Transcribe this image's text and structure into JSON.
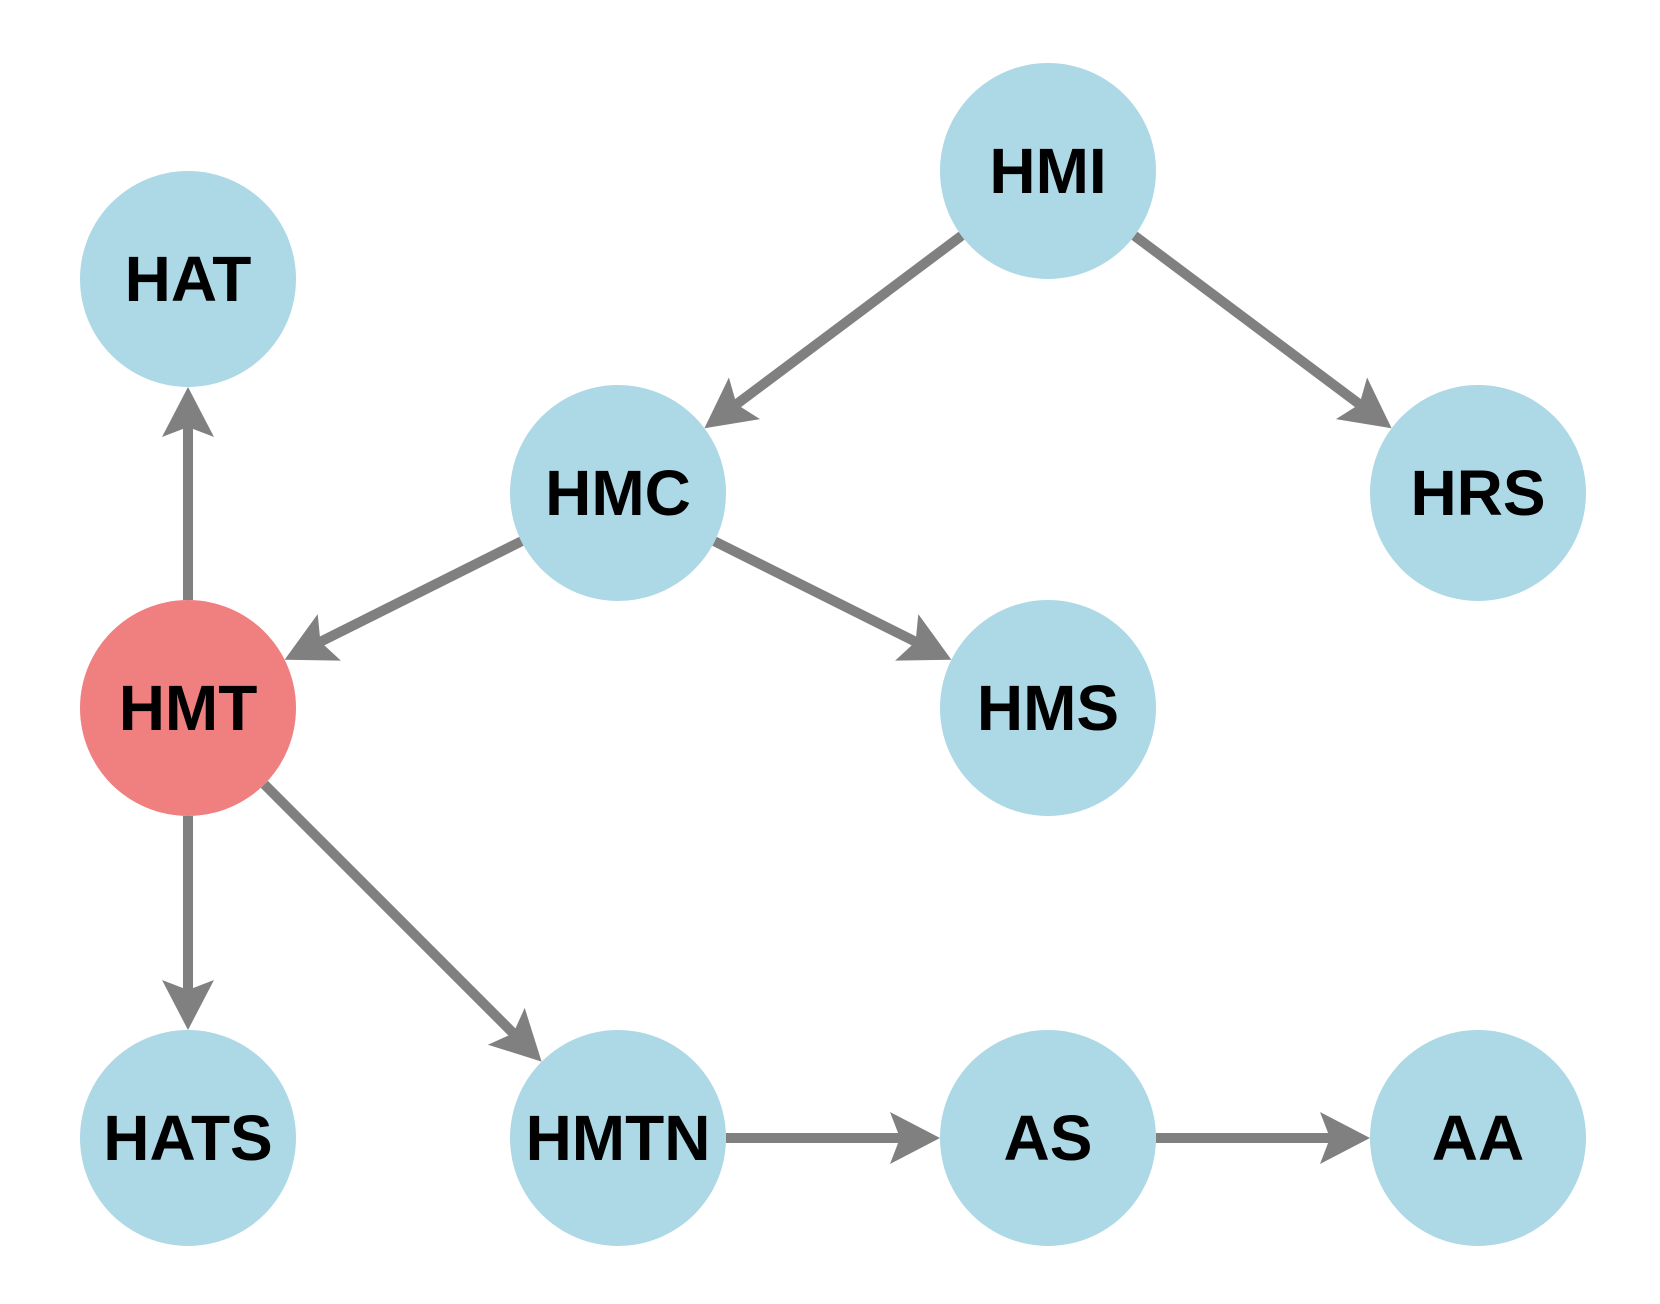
{
  "colors": {
    "node_default": "#add8e6",
    "node_highlight": "#f08080",
    "edge": "#808080",
    "label": "#000000"
  },
  "nodes": [
    {
      "id": "HMI",
      "label": "HMI",
      "highlight": false
    },
    {
      "id": "HAT",
      "label": "HAT",
      "highlight": false
    },
    {
      "id": "HMC",
      "label": "HMC",
      "highlight": false
    },
    {
      "id": "HRS",
      "label": "HRS",
      "highlight": false
    },
    {
      "id": "HMT",
      "label": "HMT",
      "highlight": true
    },
    {
      "id": "HMS",
      "label": "HMS",
      "highlight": false
    },
    {
      "id": "HATS",
      "label": "HATS",
      "highlight": false
    },
    {
      "id": "HMTN",
      "label": "HMTN",
      "highlight": false
    },
    {
      "id": "AS",
      "label": "AS",
      "highlight": false
    },
    {
      "id": "AA",
      "label": "AA",
      "highlight": false
    }
  ],
  "edges": [
    {
      "from": "HMI",
      "to": "HMC"
    },
    {
      "from": "HMI",
      "to": "HRS"
    },
    {
      "from": "HMC",
      "to": "HMT"
    },
    {
      "from": "HMC",
      "to": "HMS"
    },
    {
      "from": "HMT",
      "to": "HAT"
    },
    {
      "from": "HMT",
      "to": "HATS"
    },
    {
      "from": "HMT",
      "to": "HMTN"
    },
    {
      "from": "HMTN",
      "to": "AS"
    },
    {
      "from": "AS",
      "to": "AA"
    }
  ]
}
